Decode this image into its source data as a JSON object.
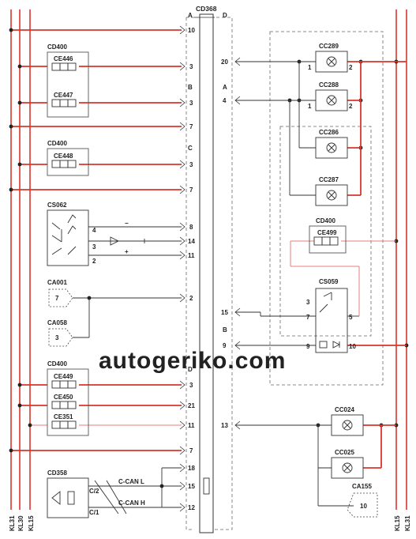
{
  "colors": {
    "supply": "#d8362b",
    "signal": "#e57d7d",
    "wire": "#333333",
    "box": "#555555",
    "watermark": "#c8c8c8"
  },
  "rails": {
    "left": [
      "KL31",
      "KL30",
      "KL15"
    ],
    "right": [
      "KL15",
      "KL31"
    ]
  },
  "connector": {
    "name": "CD368",
    "left_plugs": [
      "A",
      "B",
      "C",
      "D"
    ],
    "right_plugs": [
      "D",
      "A",
      "B"
    ],
    "left_pins": [
      "10",
      "3",
      "3",
      "7",
      "3",
      "7",
      "8",
      "14",
      "11",
      "2",
      "3",
      "21",
      "11",
      "7",
      "18",
      "15",
      "12"
    ],
    "right_pins": [
      "20",
      "4",
      "15",
      "9",
      "13"
    ]
  },
  "fuse_blocks": [
    {
      "name": "CD400",
      "fuses": [
        "CE446",
        "CE447"
      ]
    },
    {
      "name": "CD400",
      "fuses": [
        "CE448"
      ]
    },
    {
      "name": "CD400",
      "fuses": [
        "CE449",
        "CE450",
        "CE351"
      ]
    }
  ],
  "switch_block": {
    "name": "CS062",
    "pins": [
      "4",
      "3",
      "2"
    ],
    "symbols": [
      "−",
      "+"
    ]
  },
  "small_connectors": [
    {
      "name": "CA001",
      "pin": "7"
    },
    {
      "name": "CA058",
      "pin": "3"
    },
    {
      "name": "CA155",
      "pin": "10"
    }
  ],
  "lamps": [
    {
      "name": "CC289",
      "pins": [
        "1",
        "2"
      ]
    },
    {
      "name": "CC288",
      "pins": [
        "1",
        "2"
      ]
    },
    {
      "name": "CC286",
      "pins": []
    },
    {
      "name": "CC287",
      "pins": []
    },
    {
      "name": "CC024",
      "pins": []
    },
    {
      "name": "CC025",
      "pins": []
    }
  ],
  "relay_fuse": {
    "block": "CD400",
    "fuse": "CE499"
  },
  "relay": {
    "name": "CS059",
    "pins": [
      "3",
      "7",
      "5",
      "9",
      "10"
    ]
  },
  "bus": {
    "name": "CD358",
    "pins": [
      "C/2",
      "C/1"
    ],
    "lines": [
      "C-CAN L",
      "C-CAN H"
    ]
  },
  "watermark": "autogeriko.com"
}
